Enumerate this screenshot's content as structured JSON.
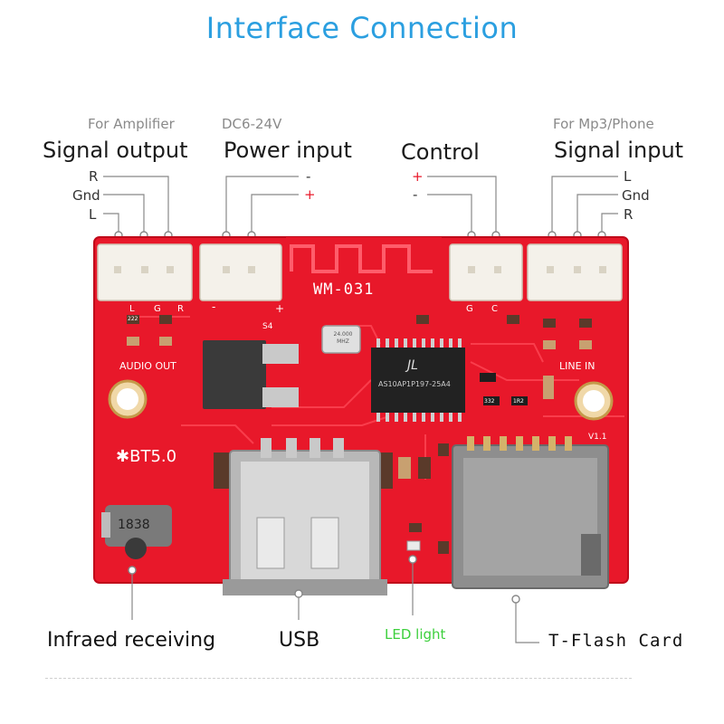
{
  "title": "Interface  Connection",
  "signal_output": {
    "sub": "For Amplifier",
    "heading": "Signal output",
    "pins": [
      "R",
      "Gnd",
      "L"
    ]
  },
  "power_input": {
    "sub": "DC6-24V",
    "heading": "Power input",
    "minus": "-",
    "plus": "+"
  },
  "control": {
    "heading": "Control",
    "plus": "+",
    "minus": "-"
  },
  "signal_input": {
    "sub": "For Mp3/Phone",
    "heading": "Signal input",
    "pins": [
      "L",
      "Gnd",
      "R"
    ]
  },
  "board": {
    "module_label": "WM-031",
    "audio_out": "AUDIO OUT",
    "line_in": "LINE IN",
    "bt_label": "BT5.0",
    "ir_part": "1838",
    "crystal": "24.000 MHZ",
    "chip": "AS10AP1P197-25A4",
    "chip_logo": "JL",
    "cap_s4": "S4",
    "v_label": "V1.1",
    "res_code": "222",
    "res_code_2": "332",
    "res_code_3": "1R2",
    "pin_l": "L",
    "pin_g": "G",
    "pin_r": "R",
    "pin_c": "C",
    "pin_minus": "-",
    "pin_plus": "+"
  },
  "bottom_labels": {
    "infrared": "Infraed receiving",
    "usb": "USB",
    "led": "LED light",
    "tf": "T-Flash Card"
  },
  "colors": {
    "title": "#2b9fe0",
    "pcb": "#e8182a",
    "led": "#3ccf3c",
    "accent_plus": "#e8182a"
  }
}
